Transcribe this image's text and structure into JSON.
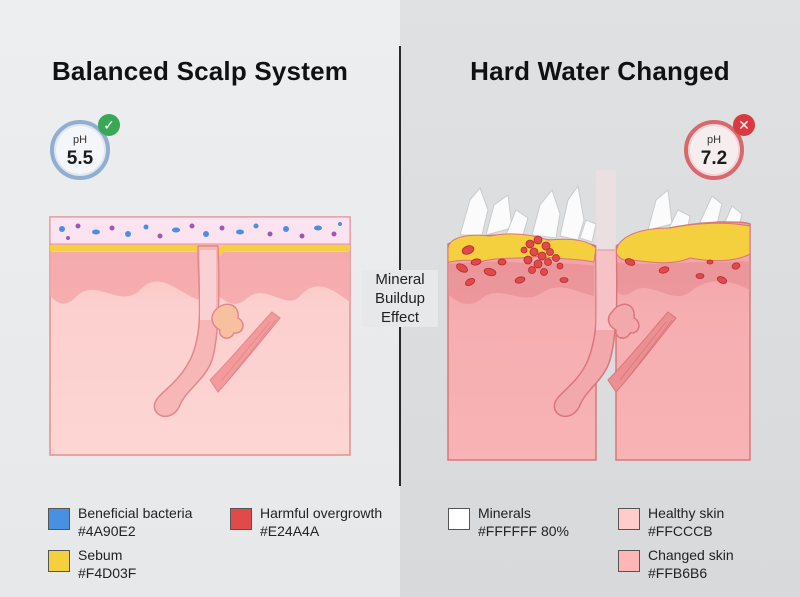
{
  "titles": {
    "left": "Balanced Scalp System",
    "right": "Hard Water Changed"
  },
  "center_label": [
    "Mineral",
    "Buildup",
    "Effect"
  ],
  "ph": {
    "left": {
      "label": "pH",
      "value": "5.5",
      "status": "check-icon"
    },
    "right": {
      "label": "pH",
      "value": "7.2",
      "status": "x-icon"
    }
  },
  "legend": {
    "beneficial_bacteria": {
      "name": "Beneficial bacteria",
      "color": "#4A90E2",
      "hex": "#4A90E2"
    },
    "harmful_overgrowth": {
      "name": "Harmful overgrowth",
      "color": "#E24A4A",
      "hex": "#E24A4A"
    },
    "sebum": {
      "name": "Sebum",
      "color": "#F4D03F",
      "hex": "#F4D03F"
    },
    "minerals": {
      "name": "Minerals",
      "color": "#FFFFFF",
      "hex": "#FFFFFF 80%"
    },
    "healthy_skin": {
      "name": "Healthy skin",
      "color": "#FFCCCB",
      "hex": "#FFCCCB"
    },
    "changed_skin": {
      "name": "Changed skin",
      "color": "#FFB6B6",
      "hex": "#FFB6B6"
    }
  }
}
